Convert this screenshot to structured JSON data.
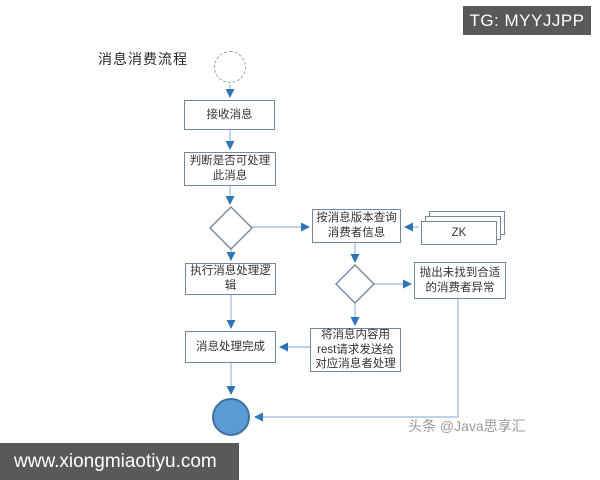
{
  "banners": {
    "top_right_label": "TG: MYYJJPP",
    "bottom_left_label": "www.xiongmiaotiyu.com",
    "bg_color": "#58595b"
  },
  "diagram": {
    "title": "消息消费流程",
    "watermark": "头条 @Java思享汇",
    "nodes": {
      "start": {
        "type": "dashed-circle",
        "label": ""
      },
      "receive": {
        "label": "接收消息"
      },
      "judge": {
        "label": "判断是否可处理\n此消息"
      },
      "decision1": {
        "type": "diamond",
        "label": ""
      },
      "query": {
        "label": "按消息版本查询\n消费者信息"
      },
      "zk": {
        "label": "ZK"
      },
      "decision2": {
        "type": "diamond",
        "label": ""
      },
      "throw_ex": {
        "label": "抛出未找到合适\n的消费者异常"
      },
      "exec": {
        "label": "执行消息处理逻\n辑"
      },
      "send": {
        "label": "将消息内容用\nrest请求发送给\n对应消息者处理"
      },
      "done": {
        "label": "消息处理完成"
      },
      "end": {
        "type": "filled-circle"
      }
    },
    "colors": {
      "box_border": "#73889e",
      "connector_line": "#a5c4e4",
      "arrowhead": "#2e75b6",
      "end_circle_fill": "#5b9bd5",
      "end_circle_stroke": "#41719c",
      "start_circle_stroke": "#9aa0a6",
      "node_text": "#333333",
      "watermark_text": "#9a9a9a",
      "banner_bg": "#58595b"
    }
  }
}
